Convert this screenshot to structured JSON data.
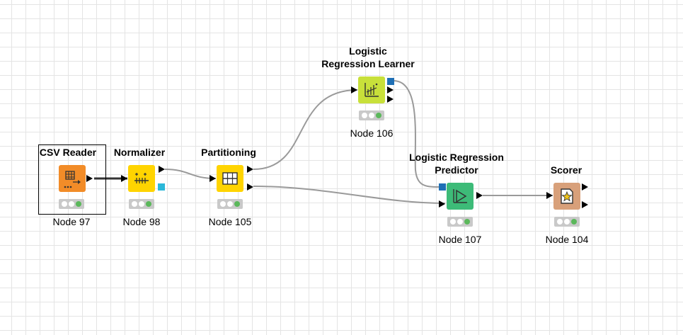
{
  "workflow": {
    "nodes": [
      {
        "id": "csv-reader",
        "title": "CSV Reader",
        "label": "Node 97",
        "color": "#f28c28",
        "icon": "table-read-icon",
        "selected": true,
        "status": "executed"
      },
      {
        "id": "normalizer",
        "title": "Normalizer",
        "label": "Node 98",
        "color": "#ffd400",
        "icon": "normalize-icon",
        "selected": false,
        "status": "executed"
      },
      {
        "id": "partitioning",
        "title": "Partitioning",
        "label": "Node 105",
        "color": "#ffd400",
        "icon": "partition-icon",
        "selected": false,
        "status": "executed"
      },
      {
        "id": "lr-learner",
        "title": "Logistic\nRegression Learner",
        "label": "Node 106",
        "color": "#c8e03a",
        "icon": "learner-chart-icon",
        "selected": false,
        "status": "executed"
      },
      {
        "id": "lr-predictor",
        "title": "Logistic Regression\nPredictor",
        "label": "Node 107",
        "color": "#3dbb78",
        "icon": "predictor-play-icon",
        "selected": false,
        "status": "executed"
      },
      {
        "id": "scorer",
        "title": "Scorer",
        "label": "Node 104",
        "color": "#d8a07a",
        "icon": "scorer-star-icon",
        "selected": false,
        "status": "executed"
      }
    ],
    "connections": [
      {
        "from": "CSV Reader",
        "to": "Normalizer",
        "selected": true
      },
      {
        "from": "Normalizer",
        "to": "Partitioning"
      },
      {
        "from": "Partitioning",
        "to": "Logistic Regression Learner"
      },
      {
        "from": "Partitioning",
        "to": "Logistic Regression Predictor"
      },
      {
        "from": "Logistic Regression Learner",
        "to": "Logistic Regression Predictor"
      },
      {
        "from": "Logistic Regression Predictor",
        "to": "Scorer"
      }
    ],
    "colors": {
      "connection": "#9a9a9a",
      "connection_selected": "#333333",
      "model_port": "#1f6fb5",
      "pmml_port": "#2bb8d9",
      "traffic_light_bg": "#c9c9c9",
      "traffic_off": "#ffffff",
      "traffic_on": "#5bb85b"
    }
  }
}
